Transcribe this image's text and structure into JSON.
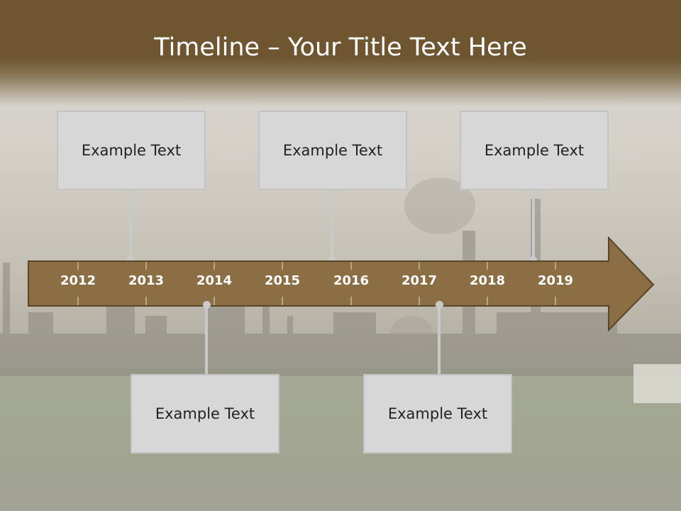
{
  "slide": {
    "title": "Timeline – Your Title Text Here",
    "colors": {
      "header": "#6f5631",
      "arrow_fill": "#8c6e44",
      "arrow_stroke": "#5a4526",
      "box_fill": "#d7d7d7",
      "connector": "#c9c9c9"
    }
  },
  "timeline": {
    "years": [
      "2012",
      "2013",
      "2014",
      "2015",
      "2016",
      "2017",
      "2018",
      "2019"
    ]
  },
  "events": {
    "top": [
      {
        "text": "Example Text"
      },
      {
        "text": "Example Text"
      },
      {
        "text": "Example Text"
      }
    ],
    "bottom": [
      {
        "text": "Example Text"
      },
      {
        "text": "Example Text"
      }
    ]
  }
}
